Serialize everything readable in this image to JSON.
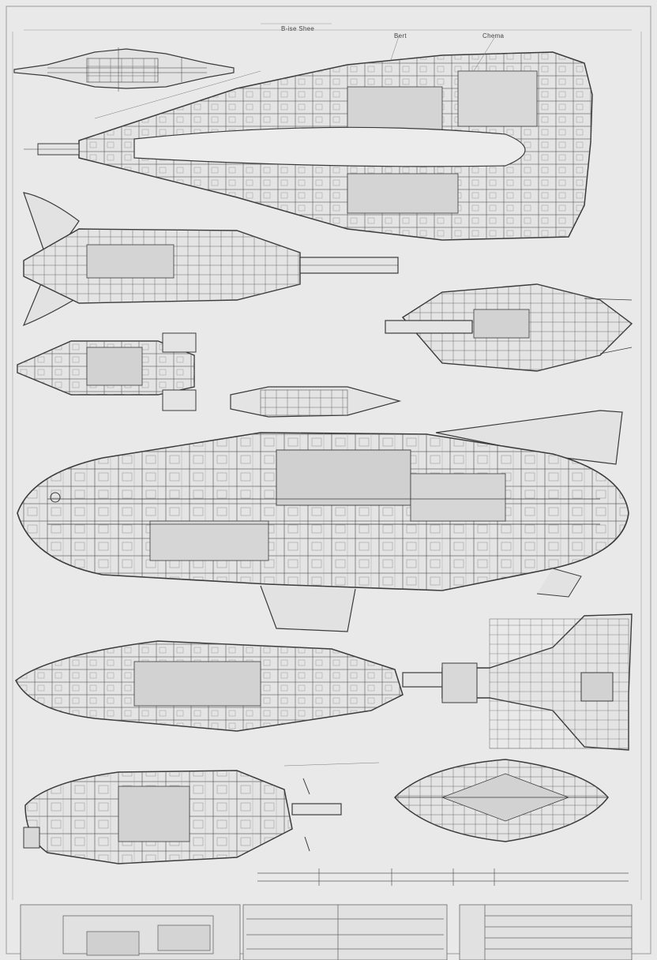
{
  "sheet": {
    "title": "B-ise Shee",
    "callout_top": "Bert",
    "callout_top_right": "Chema"
  },
  "colors": {
    "paper": "#e9e9e9",
    "ink": "#3a3a3a",
    "ink_light": "#8a8a8a",
    "panel_fill": "#dedede"
  },
  "views": [
    "small-top-profile",
    "large-top-plan",
    "winged-side-view",
    "right-rear-view",
    "left-compact-view",
    "small-dart-view",
    "main-side-cutaway",
    "tail-fin-profile",
    "bottom-left-view",
    "bottom-right-saucer-view"
  ]
}
